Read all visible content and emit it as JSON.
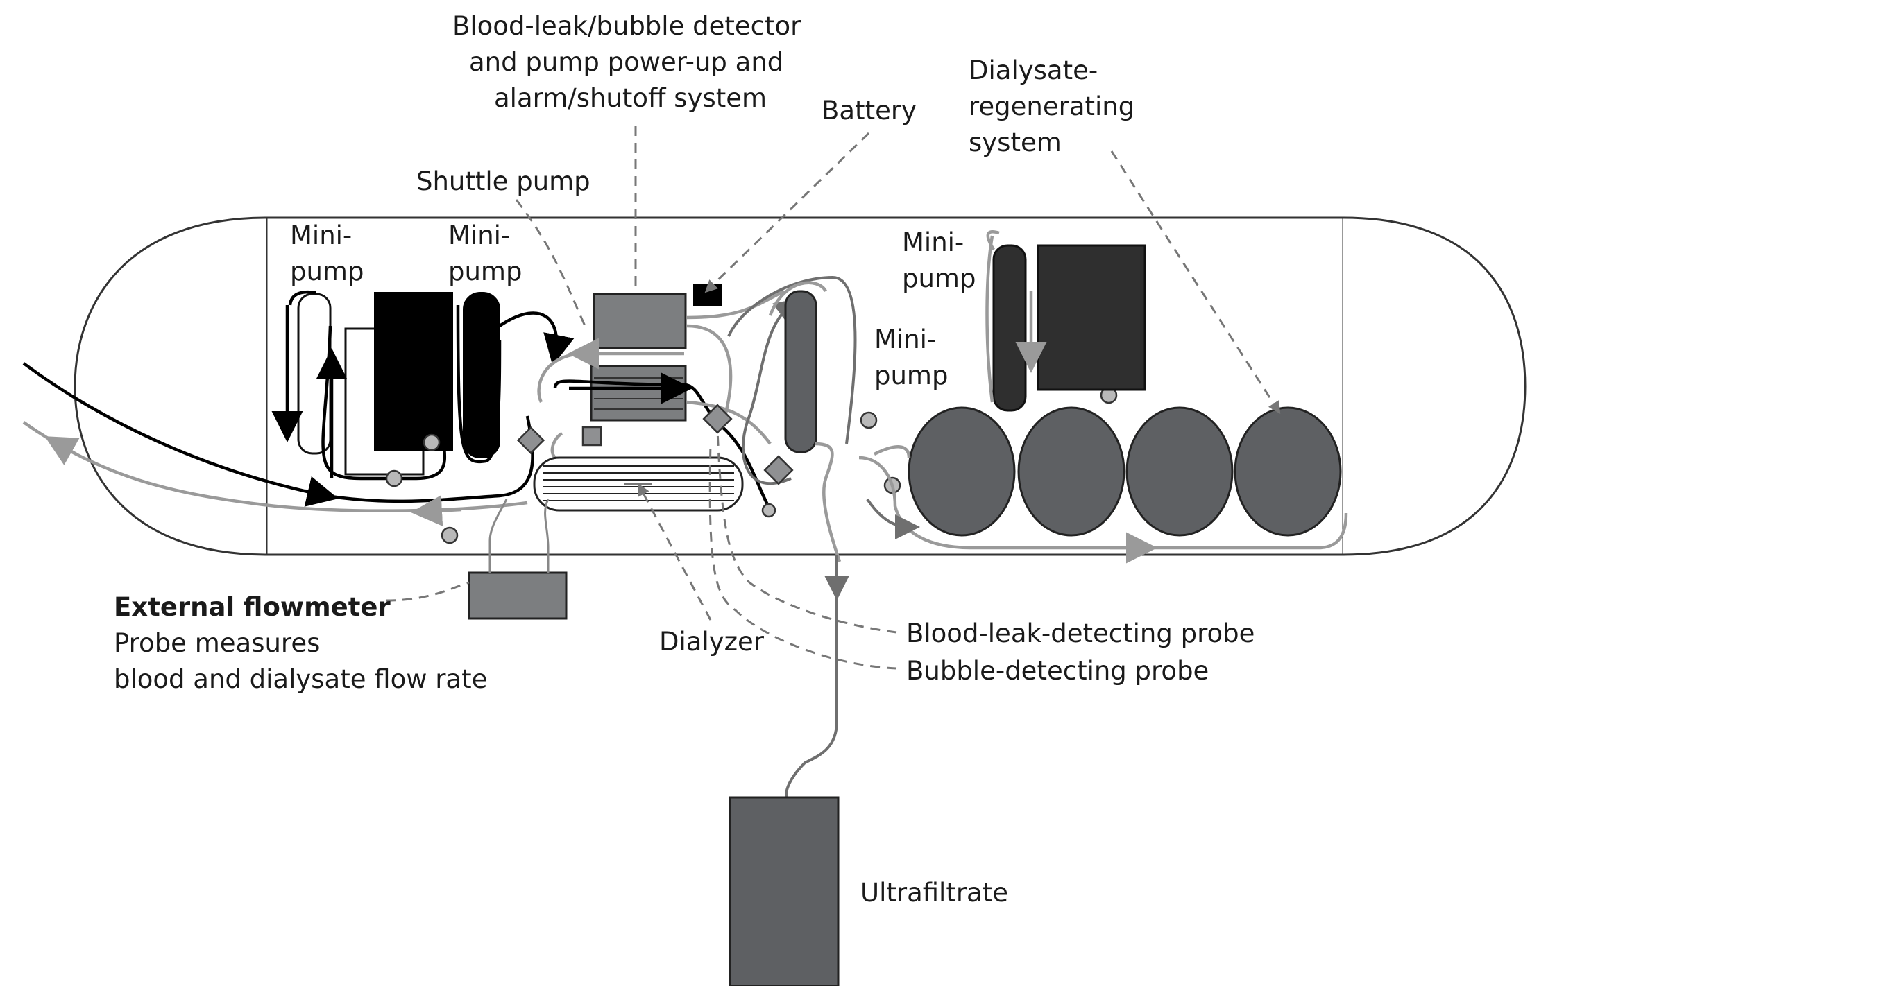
{
  "labels": {
    "blood_leak_detector": [
      "Blood-leak/bubble detector",
      "and pump power-up and",
      "alarm/shutoff system"
    ],
    "battery": "Battery",
    "dialysate_regenerating": [
      "Dialysate-",
      "regenerating",
      "system"
    ],
    "shuttle_pump": "Shuttle pump",
    "mini_pump_1": [
      "Mini-",
      "pump"
    ],
    "mini_pump_2": [
      "Mini-",
      "pump"
    ],
    "mini_pump_3": [
      "Mini-",
      "pump"
    ],
    "mini_pump_4": [
      "Mini-",
      "pump"
    ],
    "external_flowmeter_title": "External flowmeter",
    "external_flowmeter_desc": [
      "Probe measures",
      "blood and dialysate flow rate"
    ],
    "dialyzer": "Dialyzer",
    "blood_leak_probe": "Blood-leak-detecting probe",
    "bubble_probe": "Bubble-detecting probe",
    "ultrafiltrate": "Ultrafiltrate"
  },
  "colors": {
    "black_component": "#000000",
    "dark_component": "#2f2f2f",
    "medium_component": "#5e6063",
    "blood_tube": "#000000",
    "dialysate_tube": "#9a9a9a"
  }
}
